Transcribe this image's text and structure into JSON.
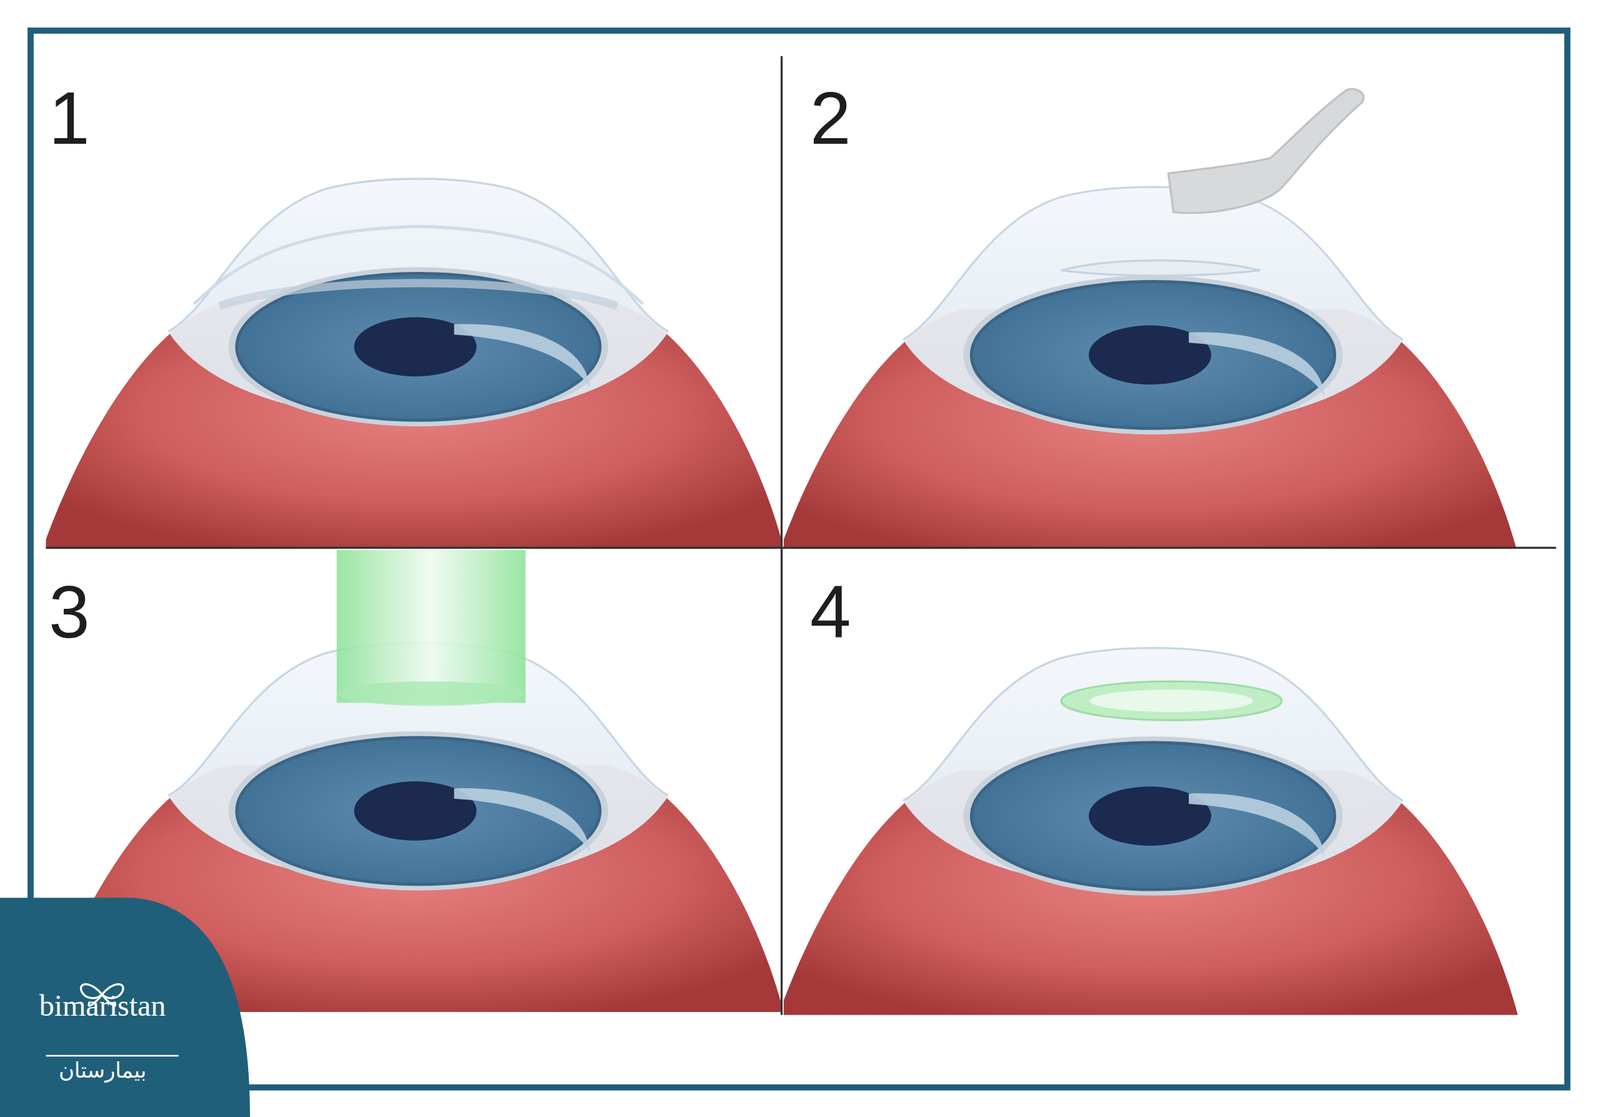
{
  "diagram": {
    "labels": [
      "1",
      "2",
      "3",
      "4",
      "bimaristan",
      "بيمارستان"
    ]
  }
}
